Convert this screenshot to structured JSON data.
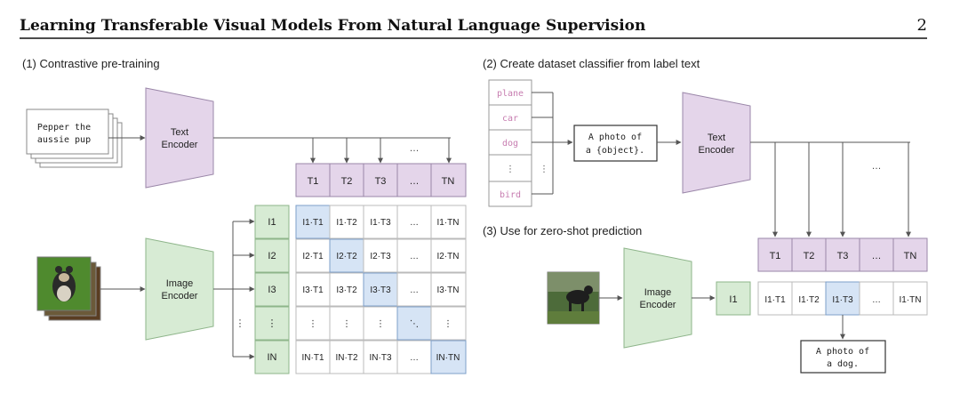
{
  "header": {
    "title": "Learning Transferable Visual Models From Natural Language Supervision",
    "page_number": "2"
  },
  "sections": {
    "s1": "(1) Contrastive pre-training",
    "s2": "(2) Create dataset classifier from label text",
    "s3": "(3) Use for zero-shot prediction"
  },
  "encoders": {
    "text": [
      "Text",
      "Encoder"
    ],
    "image": [
      "Image",
      "Encoder"
    ]
  },
  "colors": {
    "purple_fill": "#e4d5ea",
    "purple_stroke": "#9a86a8",
    "green_fill": "#d7ebd4",
    "green_stroke": "#8eb58a",
    "blue_fill": "#d6e4f5",
    "blue_stroke": "#7d9fc9",
    "label_text": "#c77db0",
    "line": "#555555"
  },
  "pretrain": {
    "caption": [
      "Pepper the",
      "aussie pup"
    ],
    "text_row": [
      "T1",
      "T2",
      "T3",
      "…",
      "TN"
    ],
    "image_col": [
      "I1",
      "I2",
      "I3",
      "⋮",
      "IN"
    ],
    "matrix": [
      [
        "I1·T1",
        "I1·T2",
        "I1·T3",
        "…",
        "I1·TN"
      ],
      [
        "I2·T1",
        "I2·T2",
        "I2·T3",
        "…",
        "I2·TN"
      ],
      [
        "I3·T1",
        "I3·T2",
        "I3·T3",
        "…",
        "I3·TN"
      ],
      [
        "⋮",
        "⋮",
        "⋮",
        "⋱",
        "⋮"
      ],
      [
        "IN·T1",
        "IN·T2",
        "IN·T3",
        "…",
        "IN·TN"
      ]
    ],
    "row_dots": "⋮",
    "arrow_dots": "…"
  },
  "classifier": {
    "labels": [
      "plane",
      "car",
      "dog",
      "⋮",
      "bird"
    ],
    "side_dots": "⋮",
    "template": [
      "A photo of",
      "a {object}."
    ],
    "text_row": [
      "T1",
      "T2",
      "T3",
      "…",
      "TN"
    ],
    "arrow_dots": "…"
  },
  "zeroshot": {
    "image_token": "I1",
    "scores": [
      "I1·T1",
      "I1·T2",
      "I1·T3",
      "…",
      "I1·TN"
    ],
    "prediction": [
      "A photo of",
      "a dog."
    ]
  }
}
